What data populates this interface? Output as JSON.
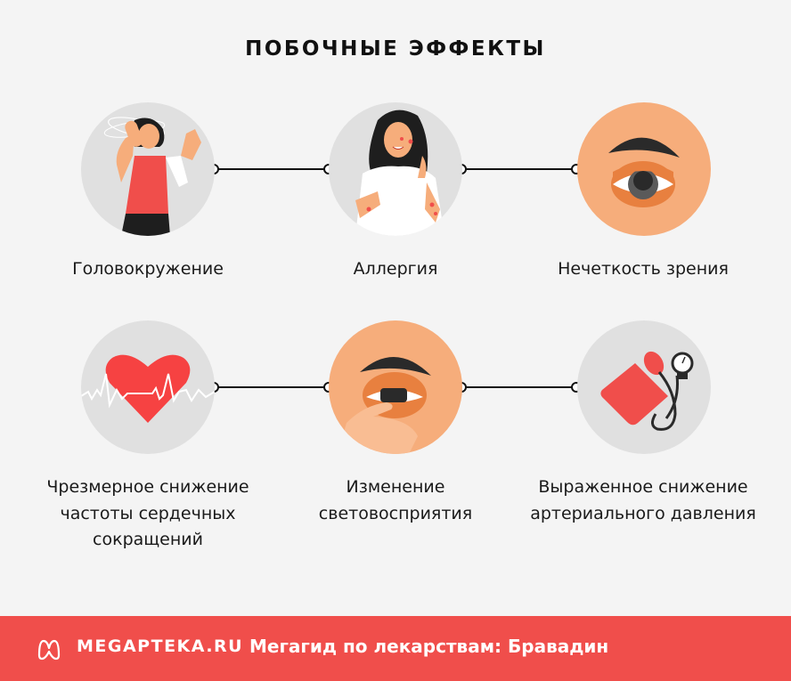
{
  "title": "ПОБОЧНЫЕ ЭФФЕКТЫ",
  "effects": [
    {
      "label": "Головокружение",
      "icon": "dizzy-woman-illustration"
    },
    {
      "label": "Аллергия",
      "icon": "allergy-woman-illustration"
    },
    {
      "label": "Нечеткость зрения",
      "icon": "eye-illustration"
    },
    {
      "label": "Чрезмерное снижение частоты сердечных сокращений",
      "icon": "heart-pulse-illustration"
    },
    {
      "label": "Изменение световосприятия",
      "icon": "eye-rubbing-illustration"
    },
    {
      "label": "Выраженное снижение артериального давления",
      "icon": "blood-pressure-monitor-illustration"
    }
  ],
  "colors": {
    "background": "#f4f4f4",
    "circle_gray": "#e0e0e0",
    "circle_skin": "#f6ad7b",
    "accent_red": "#f04e4b",
    "line": "#111111"
  },
  "footer": {
    "brand": "MEGAPTEKA.RU",
    "tagline": "Мегагид по лекарствам: Бравадин",
    "logo_icon": "megapteka-m-logo"
  }
}
